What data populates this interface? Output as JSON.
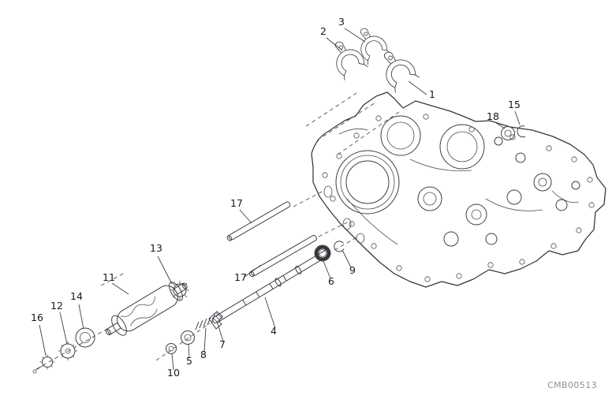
{
  "figure": {
    "code": "CMB00513",
    "background_color": "#ffffff",
    "line_color": "#33363a",
    "code_color": "#8a9097",
    "callouts": [
      {
        "label": "1"
      },
      {
        "label": "2"
      },
      {
        "label": "3"
      },
      {
        "label": "4"
      },
      {
        "label": "5"
      },
      {
        "label": "6"
      },
      {
        "label": "7"
      },
      {
        "label": "8"
      },
      {
        "label": "9"
      },
      {
        "label": "10"
      },
      {
        "label": "11"
      },
      {
        "label": "12"
      },
      {
        "label": "13"
      },
      {
        "label": "14"
      },
      {
        "label": "15"
      },
      {
        "label": "16"
      },
      {
        "label": "17"
      },
      {
        "label": "17"
      },
      {
        "label": "18"
      }
    ]
  }
}
